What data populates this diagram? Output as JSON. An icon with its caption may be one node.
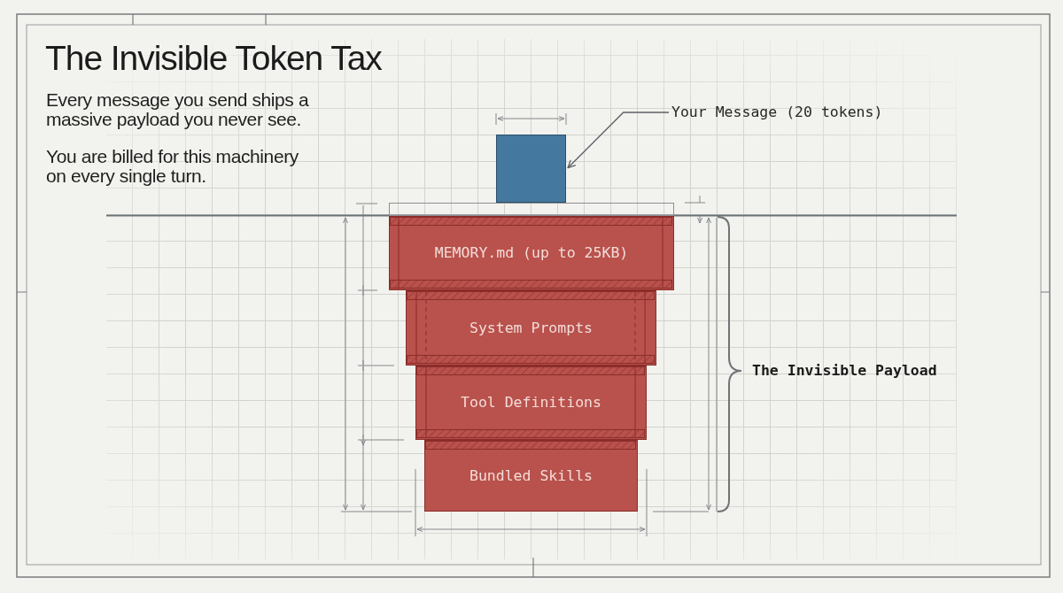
{
  "diagram": {
    "title": "The Invisible Token Tax",
    "nodes": [
      {
        "text": [
          "Your Message (20 tokens)"
        ]
      },
      {
        "text": [],
        "shape": "box"
      },
      {
        "text": [],
        "shape": "box"
      },
      {
        "text": [
          "MEMORY.md (up to 25KB)"
        ]
      },
      {
        "text": [
          "System Prompts"
        ]
      },
      {
        "text": [
          "Tool Definitions"
        ]
      },
      {
        "text": [
          "Bundled Skills"
        ]
      }
    ],
    "edges": [
      {
        "from": 0,
        "to": 1,
        "arrow": "to"
      }
    ],
    "labels": [
      "Every message you send ships a massive payload you never see.",
      "You are billed for this machinery on every single turn.",
      "The Invisible Payload"
    ]
  }
}
